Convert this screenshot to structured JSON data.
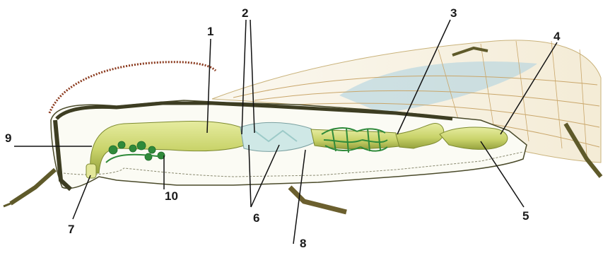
{
  "diagram": {
    "labels": {
      "l1": "1",
      "l2": "2",
      "l3": "3",
      "l4": "4",
      "l5": "5",
      "l6": "6",
      "l7": "7",
      "l8": "8",
      "l9": "9",
      "l10": "10"
    },
    "colors": {
      "gut": "#c9d36a",
      "gut_dark": "#8e9a3a",
      "gizzard": "#cfe8e6",
      "cuticle": "#4a4a2a",
      "wing": "#d8c79a",
      "wing_blue": "#a9cfe0",
      "antenna": "#8b3a1e",
      "ceca": "#2f8a3a"
    }
  }
}
